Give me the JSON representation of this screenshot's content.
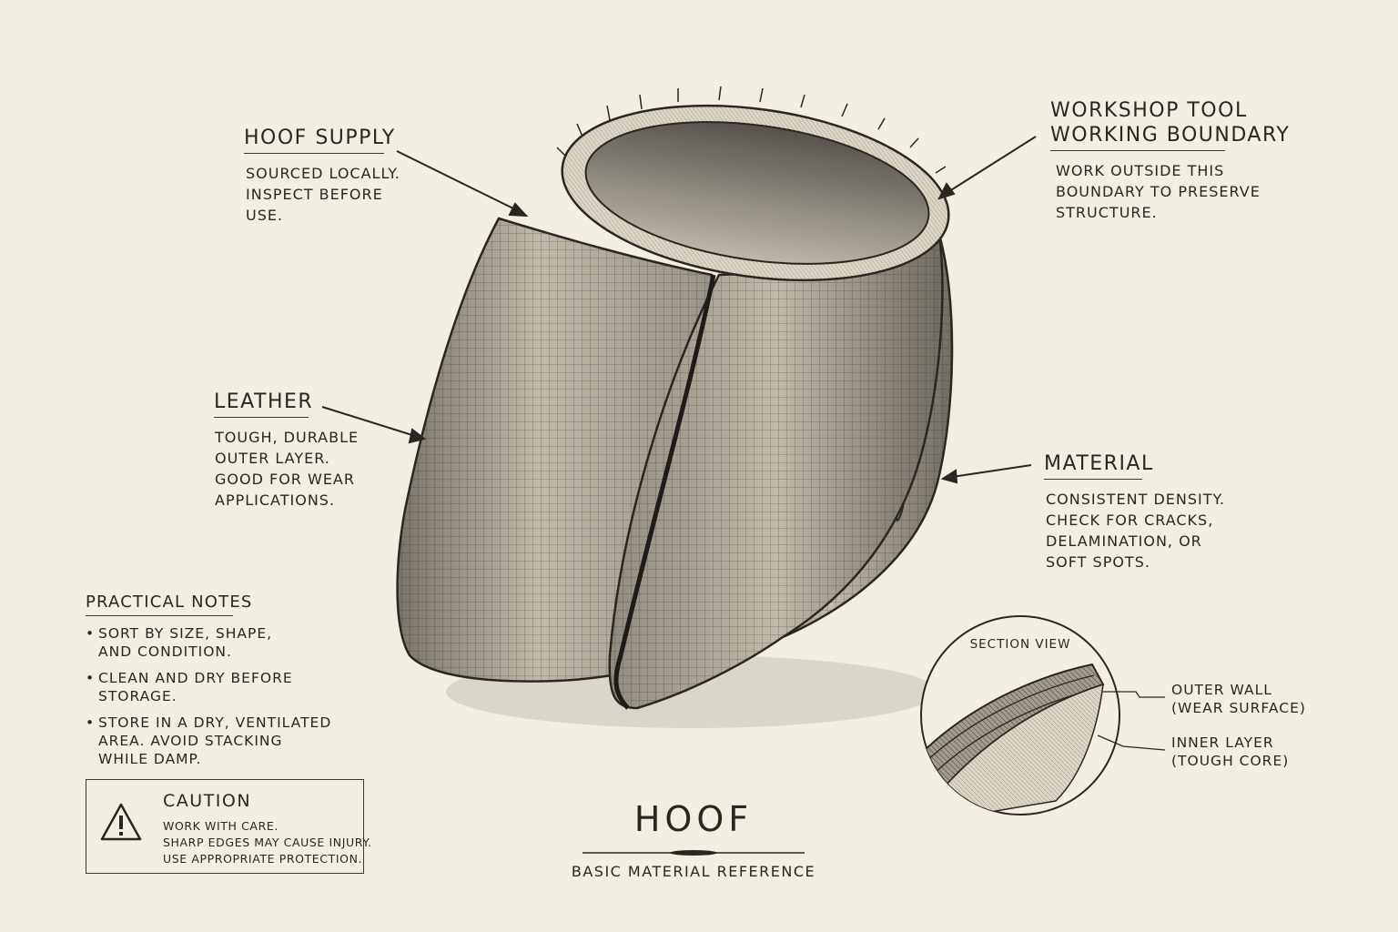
{
  "callouts": {
    "hoof_supply": {
      "title": "HOOF SUPPLY",
      "lines": [
        "SOURCED LOCALLY.",
        "INSPECT BEFORE",
        "USE."
      ]
    },
    "workshop_tool": {
      "title_lines": [
        "WORKSHOP TOOL",
        "WORKING BOUNDARY"
      ],
      "lines": [
        "WORK OUTSIDE THIS",
        "BOUNDARY TO PRESERVE",
        "STRUCTURE."
      ]
    },
    "leather": {
      "title": "LEATHER",
      "lines": [
        "TOUGH, DURABLE",
        "OUTER LAYER.",
        "GOOD FOR WEAR",
        "APPLICATIONS."
      ]
    },
    "material": {
      "title": "MATERIAL",
      "lines": [
        "CONSISTENT DENSITY.",
        "CHECK FOR CRACKS,",
        "DELAMINATION, OR",
        "SOFT SPOTS."
      ]
    }
  },
  "practical_notes": {
    "title": "PRACTICAL NOTES",
    "items": [
      {
        "lines": [
          "SORT BY SIZE, SHAPE,",
          "AND CONDITION."
        ]
      },
      {
        "lines": [
          "CLEAN AND DRY BEFORE",
          "STORAGE."
        ]
      },
      {
        "lines": [
          "STORE IN A DRY, VENTILATED",
          "AREA. AVOID STACKING",
          "WHILE DAMP."
        ]
      }
    ]
  },
  "caution": {
    "icon": "warning-triangle-icon",
    "title": "CAUTION",
    "lines": [
      "WORK WITH CARE.",
      "SHARP EDGES MAY CAUSE INJURY.",
      "USE APPROPRIATE PROTECTION."
    ]
  },
  "section_view": {
    "title": "SECTION VIEW",
    "outer_wall": [
      "OUTER WALL",
      "(WEAR SURFACE)"
    ],
    "inner_layer": [
      "INNER LAYER",
      "(TOUGH CORE)"
    ]
  },
  "title": "HOOF",
  "subtitle": "BASIC MATERIAL REFERENCE",
  "colors": {
    "paper": "#f3eee2",
    "ink": "#2a2723"
  }
}
